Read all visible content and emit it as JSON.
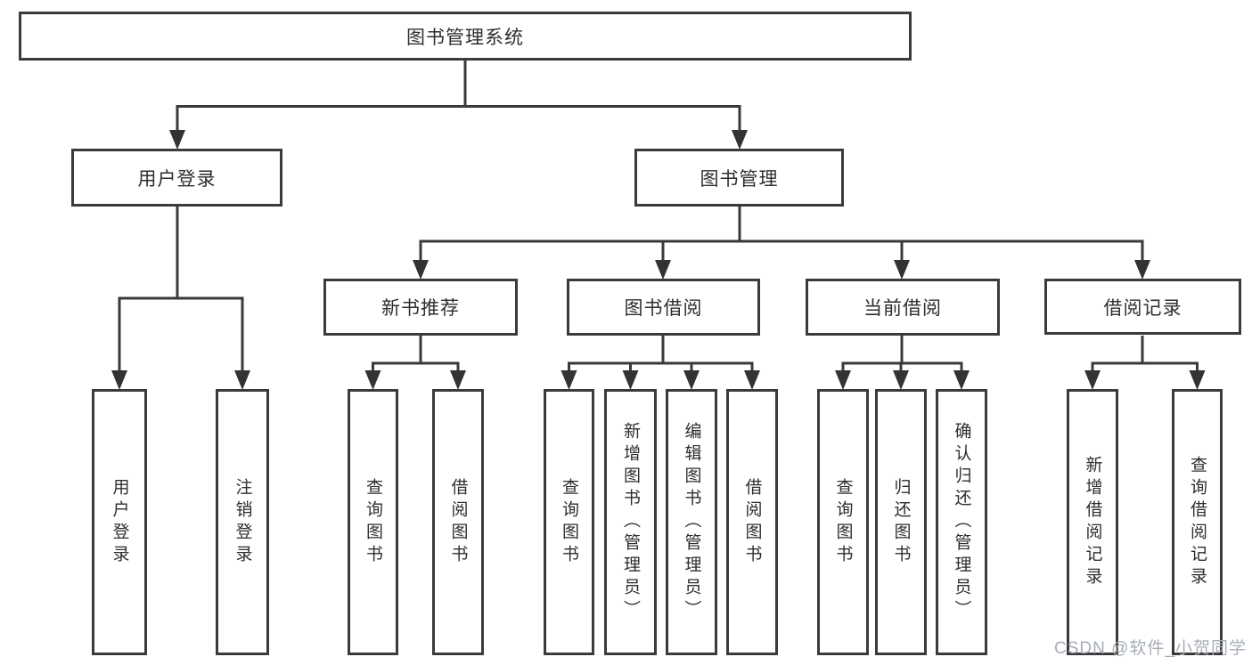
{
  "diagram_title": "图书管理系统",
  "watermark": "CSDN @软件_小贺同学",
  "colors": {
    "line": "#3a3a3a",
    "border": "#3b3b3b",
    "text": "#2e2e2e",
    "background": "#ffffff",
    "watermark": "#a7adb6"
  },
  "nodes": {
    "root": {
      "label": "图书管理系统"
    },
    "user_login": {
      "label": "用户登录"
    },
    "book_management": {
      "label": "图书管理"
    },
    "new_book_recommend": {
      "label": "新书推荐"
    },
    "book_borrowing": {
      "label": "图书借阅"
    },
    "current_borrowing": {
      "label": "当前借阅"
    },
    "borrowing_records": {
      "label": "借阅记录"
    },
    "leaf_user_login": {
      "label": "用户登录"
    },
    "leaf_logout": {
      "label": "注销登录"
    },
    "leaf_query_book_rec": {
      "label": "查询图书"
    },
    "leaf_borrow_book_rec": {
      "label": "借阅图书"
    },
    "leaf_query_book_borrow": {
      "label": "查询图书"
    },
    "leaf_add_book_admin": {
      "label": "新增图书（管理员）"
    },
    "leaf_edit_book_admin": {
      "label": "编辑图书（管理员）"
    },
    "leaf_borrow_book": {
      "label": "借阅图书"
    },
    "leaf_query_book_current": {
      "label": "查询图书"
    },
    "leaf_return_book": {
      "label": "归还图书"
    },
    "leaf_confirm_return_admin": {
      "label": "确认归还（管理员）"
    },
    "leaf_add_borrow_record": {
      "label": "新增借阅记录"
    },
    "leaf_query_borrow_record": {
      "label": "查询借阅记录"
    }
  },
  "hierarchy": {
    "图书管理系统": {
      "用户登录": [
        "用户登录",
        "注销登录"
      ],
      "图书管理": {
        "新书推荐": [
          "查询图书",
          "借阅图书"
        ],
        "图书借阅": [
          "查询图书",
          "新增图书（管理员）",
          "编辑图书（管理员）",
          "借阅图书"
        ],
        "当前借阅": [
          "查询图书",
          "归还图书",
          "确认归还（管理员）"
        ],
        "借阅记录": [
          "新增借阅记录",
          "查询借阅记录"
        ]
      }
    }
  }
}
